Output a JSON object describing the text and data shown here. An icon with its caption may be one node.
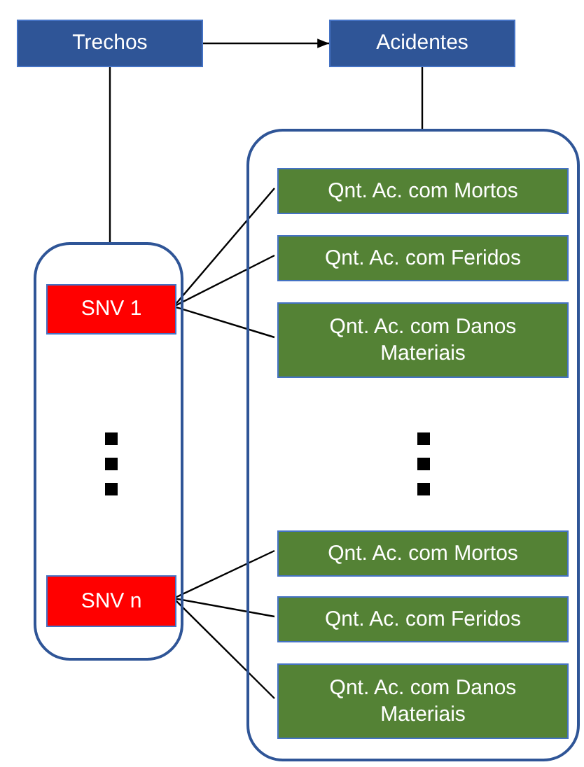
{
  "diagram": {
    "nodes": [
      {
        "text": [
          "Trechos"
        ]
      },
      {
        "text": [
          "Acidentes"
        ]
      },
      {
        "text": [],
        "shape": "box"
      },
      {
        "text": [
          "SNV 1"
        ],
        "in": 2
      },
      {
        "text": [
          "SNV n"
        ],
        "in": 2
      },
      {
        "text": [],
        "shape": "box"
      },
      {
        "text": [
          "Qnt. Ac. com Mortos"
        ],
        "in": 5
      },
      {
        "text": [
          "Qnt. Ac. com Feridos"
        ],
        "in": 5
      },
      {
        "text": [
          "Qnt. Ac. com Danos Materiais"
        ],
        "in": 5
      },
      {
        "text": [
          "Qnt. Ac. com Mortos"
        ],
        "in": 5
      },
      {
        "text": [
          "Qnt. Ac. com Feridos"
        ],
        "in": 5
      },
      {
        "text": [
          "Qnt. Ac. com Danos Materiais"
        ],
        "in": 5
      }
    ],
    "edges": [
      {
        "from": 0,
        "to": 1,
        "arrow": "to"
      },
      {
        "from": 0,
        "to": 2,
        "arrow": "none"
      },
      {
        "from": 1,
        "to": 5,
        "arrow": "none"
      },
      {
        "from": 3,
        "to": 6,
        "arrow": "none"
      },
      {
        "from": 3,
        "to": 7,
        "arrow": "none"
      },
      {
        "from": 3,
        "to": 8,
        "arrow": "none"
      },
      {
        "from": 4,
        "to": 9,
        "arrow": "none"
      },
      {
        "from": 4,
        "to": 10,
        "arrow": "none"
      },
      {
        "from": 4,
        "to": 11,
        "arrow": "none"
      }
    ]
  }
}
